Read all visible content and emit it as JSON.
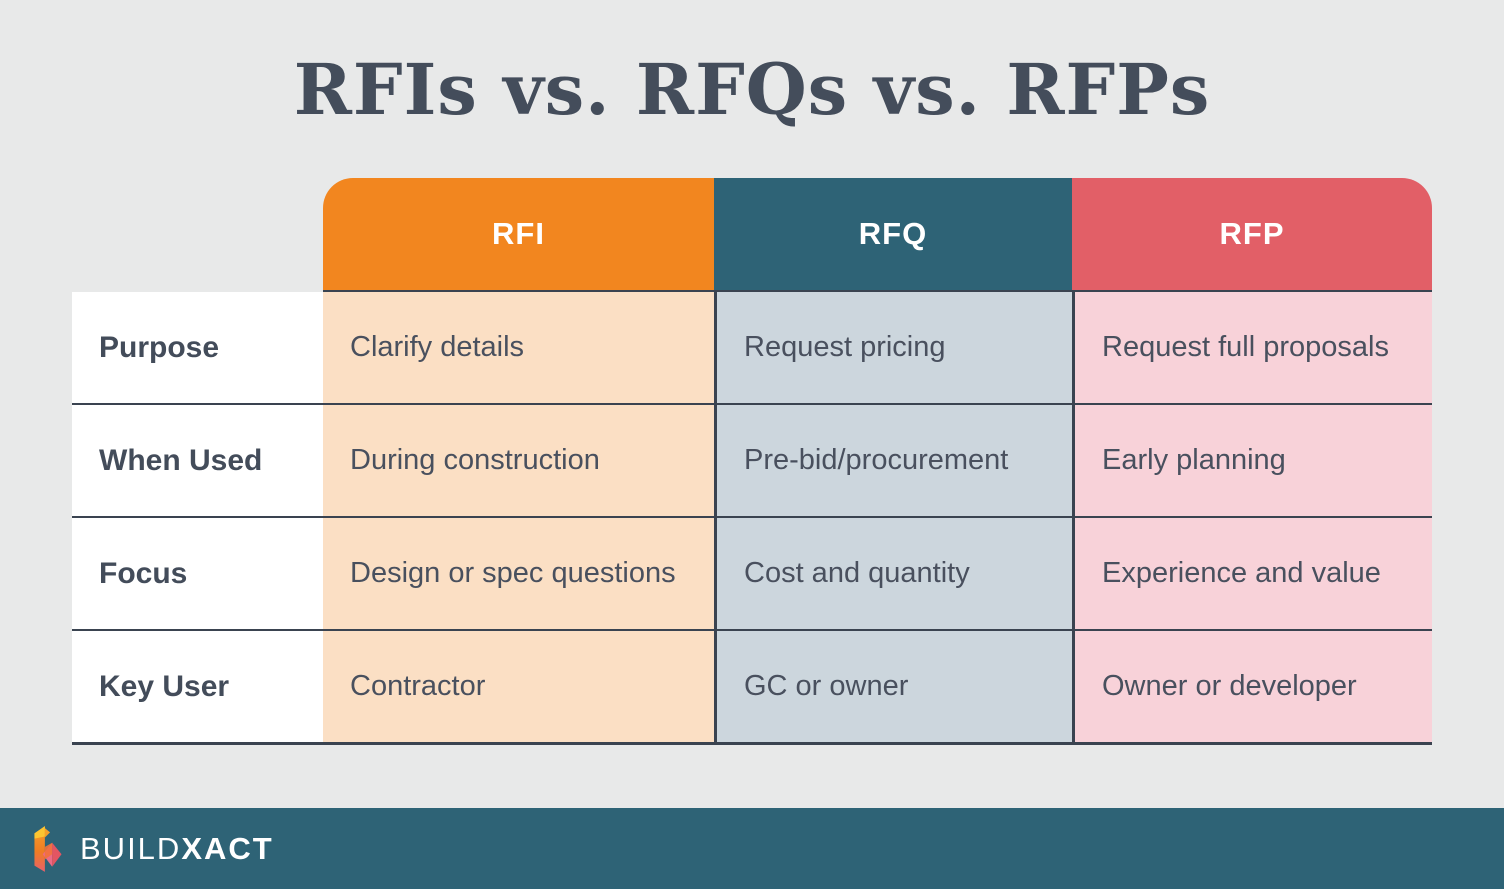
{
  "title": "RFIs vs. RFQs vs. RFPs",
  "chart_data": {
    "type": "table",
    "title": "RFIs vs. RFQs vs. RFPs",
    "column_headers": [
      "RFI",
      "RFQ",
      "RFP"
    ],
    "row_headers": [
      "Purpose",
      "When Used",
      "Focus",
      "Key User"
    ],
    "cells": [
      [
        "Clarify details",
        "Request pricing",
        "Request full proposals"
      ],
      [
        "During construction",
        "Pre-bid/procurement",
        "Early planning"
      ],
      [
        "Design or spec questions",
        "Cost and quantity",
        "Experience and value"
      ],
      [
        "Contractor",
        "GC or owner",
        "Owner or developer"
      ]
    ],
    "header_colors": {
      "RFI": "#f2861f",
      "RFQ": "#2e6376",
      "RFP": "#e25f67"
    },
    "column_cell_colors": {
      "RFI": "#fbdfc4",
      "RFQ": "#ccd6dd",
      "RFP": "#f8d2d9"
    },
    "layout_hints": {
      "row_label_background": "#ffffff",
      "divider_color": "#3a4350",
      "page_background": "#e8e9e9",
      "title_color": "#444d5b",
      "body_text_color": "#49505e"
    }
  },
  "footer": {
    "brand_build": "BUILD",
    "brand_xact": "XACT",
    "bar_color": "#2e6376",
    "logo_icon": "buildxact-logo",
    "logo_colors": [
      "#fdc531",
      "#f7a02a",
      "#ef7d23",
      "#ec6a85",
      "#e35562"
    ]
  }
}
